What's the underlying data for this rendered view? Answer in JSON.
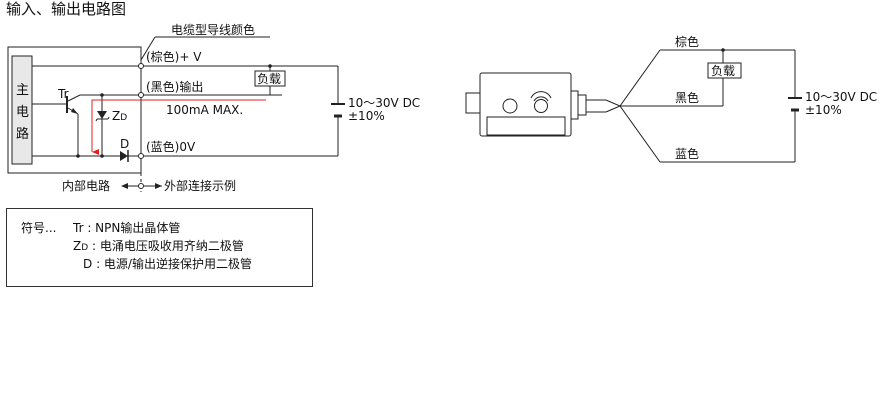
{
  "title": "输入、输出电路图",
  "circuit": {
    "cable_color_header": "电缆型导线颜色",
    "main_circuit": [
      "主",
      "电",
      "路"
    ],
    "brown_label": "(棕色)+ V",
    "black_label": "(黑色)输出",
    "blue_label": "(蓝色)0V",
    "load": "负载",
    "current": "100mA MAX.",
    "tr": "Tr",
    "zd": "Z",
    "zd_sub": "D",
    "d": "D",
    "supply_voltage": "10～30V DC",
    "supply_tolerance": "±10%",
    "internal_circuit": "内部电路",
    "external_example": "外部连接示例"
  },
  "wiring": {
    "brown": "棕色",
    "black": "黑色",
    "blue": "蓝色",
    "load": "负载",
    "supply_voltage": "10～30V DC",
    "supply_tolerance": "±10%"
  },
  "legend": {
    "prefix": "符号...",
    "items": [
      {
        "sym": "Tr",
        "sub": "",
        "desc": ": NPN输出晶体管"
      },
      {
        "sym": "Z",
        "sub": "D",
        "desc": ": 电涌电压吸收用齐纳二极管"
      },
      {
        "sym": "D",
        "sub": "",
        "desc": ": 电源/输出逆接保护用二极管"
      }
    ]
  },
  "colors": {
    "line": "#222222",
    "current_arrow": "#e02020"
  }
}
